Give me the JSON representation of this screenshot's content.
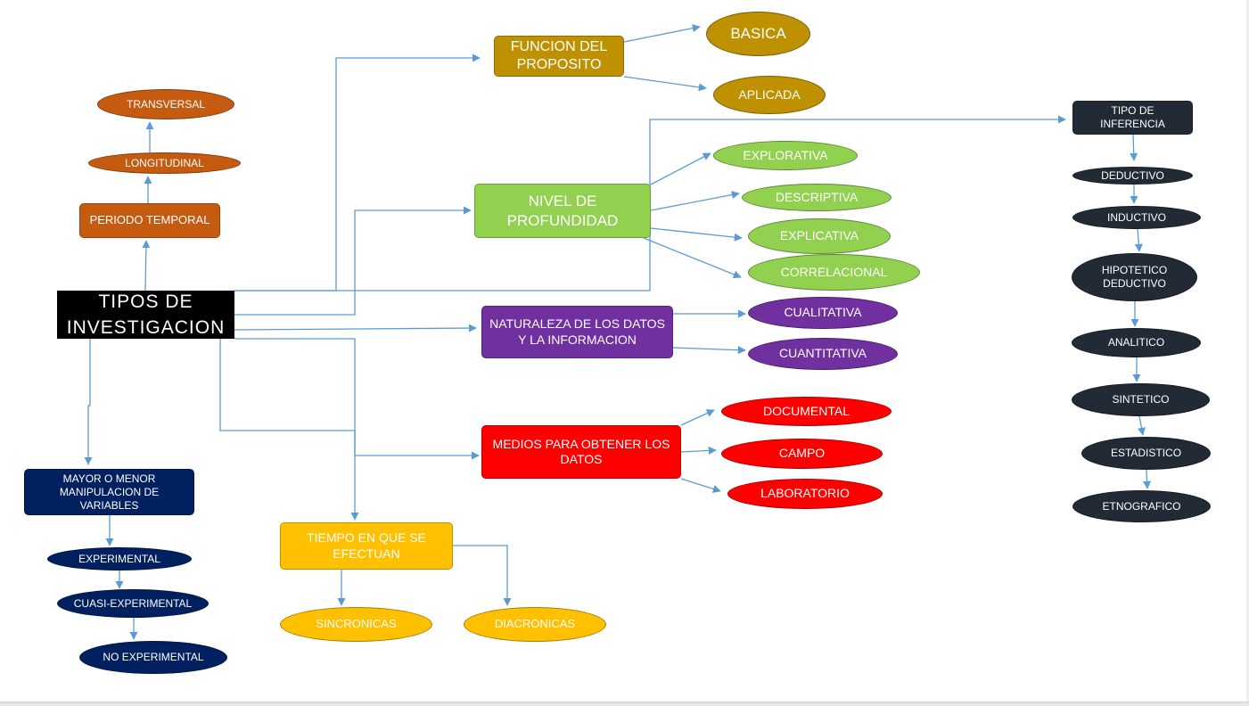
{
  "diagram": {
    "root": "TIPOS DE INVESTIGACION",
    "colors": {
      "root": "#000000",
      "temporal": "#C55A11",
      "proposito": "#BF9000",
      "profundidad": "#92D050",
      "naturaleza": "#7030A0",
      "medios": "#FF0000",
      "tiempo": "#FFC000",
      "manipulacion": "#002060",
      "inferencia": "#222A35",
      "arrow": "#5B9BD5"
    },
    "periodo_temporal": {
      "label": "PERIODO TEMPORAL",
      "children": [
        "LONGITUDINAL",
        "TRANSVERSAL"
      ]
    },
    "funcion_proposito": {
      "label": "FUNCION DEL PROPOSITO",
      "children": [
        "BASICA",
        "APLICADA"
      ]
    },
    "nivel_profundidad": {
      "label": "NIVEL DE PROFUNDIDAD",
      "children": [
        "EXPLORATIVA",
        "DESCRIPTIVA",
        "EXPLICATIVA",
        "CORRELACIONAL"
      ]
    },
    "naturaleza_datos": {
      "label": "NATURALEZA DE LOS DATOS Y LA INFORMACION",
      "children": [
        "CUALITATIVA",
        "CUANTITATIVA"
      ]
    },
    "medios_datos": {
      "label": "MEDIOS PARA OBTENER LOS DATOS",
      "children": [
        "DOCUMENTAL",
        "CAMPO",
        "LABORATORIO"
      ]
    },
    "tiempo_efectuan": {
      "label": "TIEMPO EN QUE SE EFECTUAN",
      "children": [
        "SINCRONICAS",
        "DIACRONICAS"
      ]
    },
    "manipulacion_variables": {
      "label": "MAYOR O  MENOR MANIPULACION DE VARIABLES",
      "children": [
        "EXPERIMENTAL",
        "CUASI-EXPERIMENTAL",
        "NO EXPERIMENTAL"
      ]
    },
    "tipo_inferencia": {
      "label": "TIPO DE INFERENCIA",
      "children": [
        "DEDUCTIVO",
        "INDUCTIVO",
        "HIPOTETICO DEDUCTIVO",
        "ANALITICO",
        "SINTETICO",
        "ESTADISTICO",
        "ETNOGRAFICO"
      ]
    }
  }
}
